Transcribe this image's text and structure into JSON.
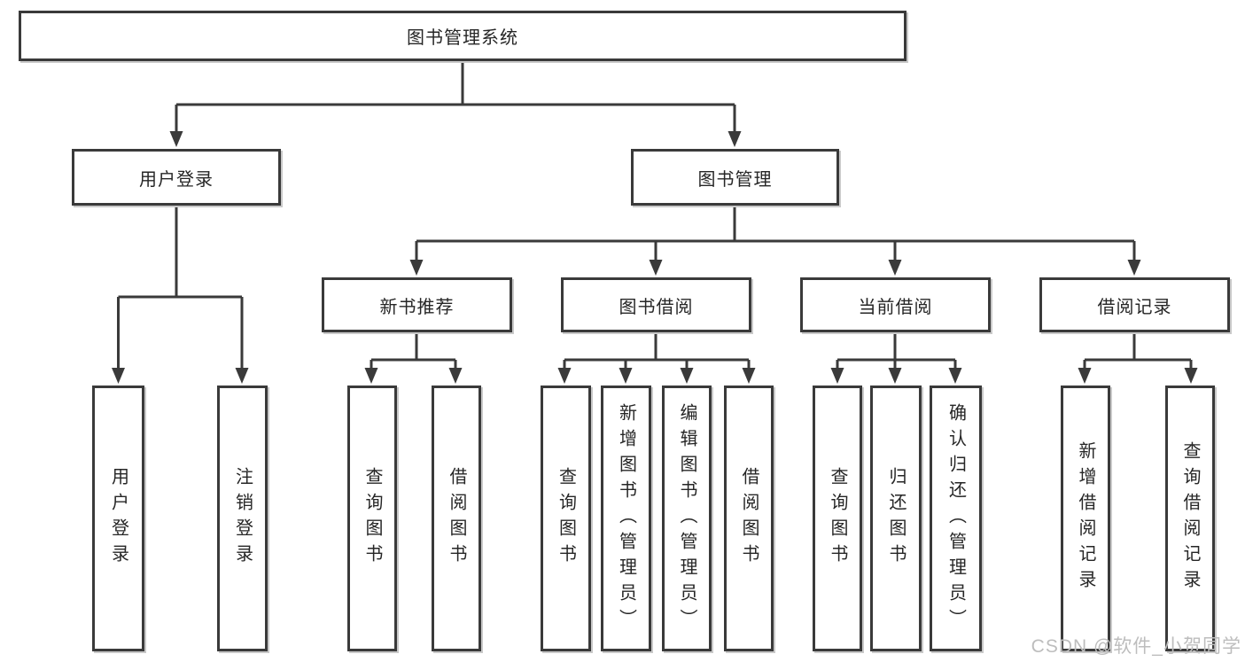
{
  "colors": {
    "line": "#3a3a3a",
    "box-border": "#3a3a3a",
    "box-shadow": "#c9c9c9",
    "text": "#262626",
    "background": "#ffffff",
    "watermark": "#bdbdbd"
  },
  "watermark": {
    "text": "CSDN @软件_小贺同学"
  },
  "diagram": {
    "root": {
      "label": "图书管理系统"
    },
    "level2": [
      {
        "label": "用户登录"
      },
      {
        "label": "图书管理"
      }
    ],
    "level3": [
      {
        "label": "新书推荐"
      },
      {
        "label": "图书借阅"
      },
      {
        "label": "当前借阅"
      },
      {
        "label": "借阅记录"
      }
    ],
    "leaves": {
      "user_login": [
        "用户登录",
        "注销登录"
      ],
      "new_book": [
        "查询图书",
        "借阅图书"
      ],
      "book_borrow": [
        "查询图书",
        "新增图书（管理员）",
        "编辑图书（管理员）",
        "借阅图书"
      ],
      "current_borrow": [
        "查询图书",
        "归还图书",
        "确认归还（管理员）"
      ],
      "borrow_record": [
        "新增借阅记录",
        "查询借阅记录"
      ]
    }
  }
}
